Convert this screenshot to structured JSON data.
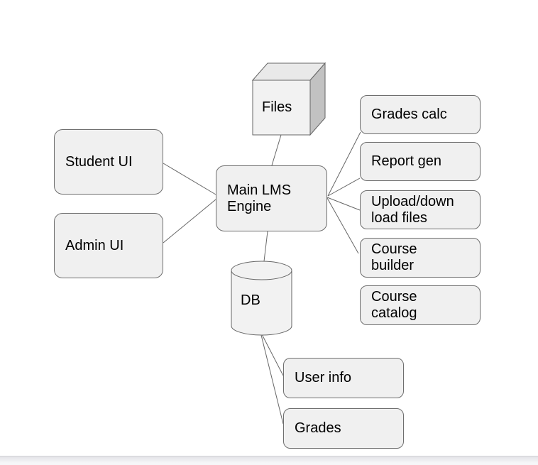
{
  "diagram_type": "architecture-diagram",
  "colors": {
    "node_fill": "#f0f0f0",
    "node_border": "#6e6e6e",
    "connector": "#666666",
    "cube_top": "#e9e9e9",
    "cube_front": "#f2f2f2",
    "cube_side": "#c2c2c2",
    "text": "#000000",
    "footer_bg": "#f1f1f4"
  },
  "nodes": {
    "files": {
      "label": "Files",
      "shape": "cube"
    },
    "student_ui": {
      "label": "Student UI",
      "shape": "rounded-rect"
    },
    "admin_ui": {
      "label": "Admin UI",
      "shape": "rounded-rect"
    },
    "main_engine": {
      "label": "Main LMS\nEngine",
      "shape": "rounded-rect"
    },
    "grades_calc": {
      "label": "Grades calc",
      "shape": "rounded-rect"
    },
    "report_gen": {
      "label": "Report gen",
      "shape": "rounded-rect"
    },
    "upload_download": {
      "label": "Upload/down\nload files",
      "shape": "rounded-rect"
    },
    "course_builder": {
      "label": "Course\nbuilder",
      "shape": "rounded-rect"
    },
    "course_catalog": {
      "label": "Course\ncatalog",
      "shape": "rounded-rect"
    },
    "db": {
      "label": "DB",
      "shape": "cylinder"
    },
    "user_info": {
      "label": "User info",
      "shape": "rounded-rect"
    },
    "grades": {
      "label": "Grades",
      "shape": "rounded-rect"
    }
  },
  "connections": [
    {
      "from": "student_ui",
      "to": "main_engine"
    },
    {
      "from": "admin_ui",
      "to": "main_engine"
    },
    {
      "from": "files",
      "to": "main_engine"
    },
    {
      "from": "main_engine",
      "to": "grades_calc"
    },
    {
      "from": "main_engine",
      "to": "report_gen"
    },
    {
      "from": "main_engine",
      "to": "upload_download"
    },
    {
      "from": "main_engine",
      "to": "course_builder"
    },
    {
      "from": "main_engine",
      "to": "db"
    },
    {
      "from": "db",
      "to": "user_info"
    },
    {
      "from": "db",
      "to": "grades"
    }
  ]
}
